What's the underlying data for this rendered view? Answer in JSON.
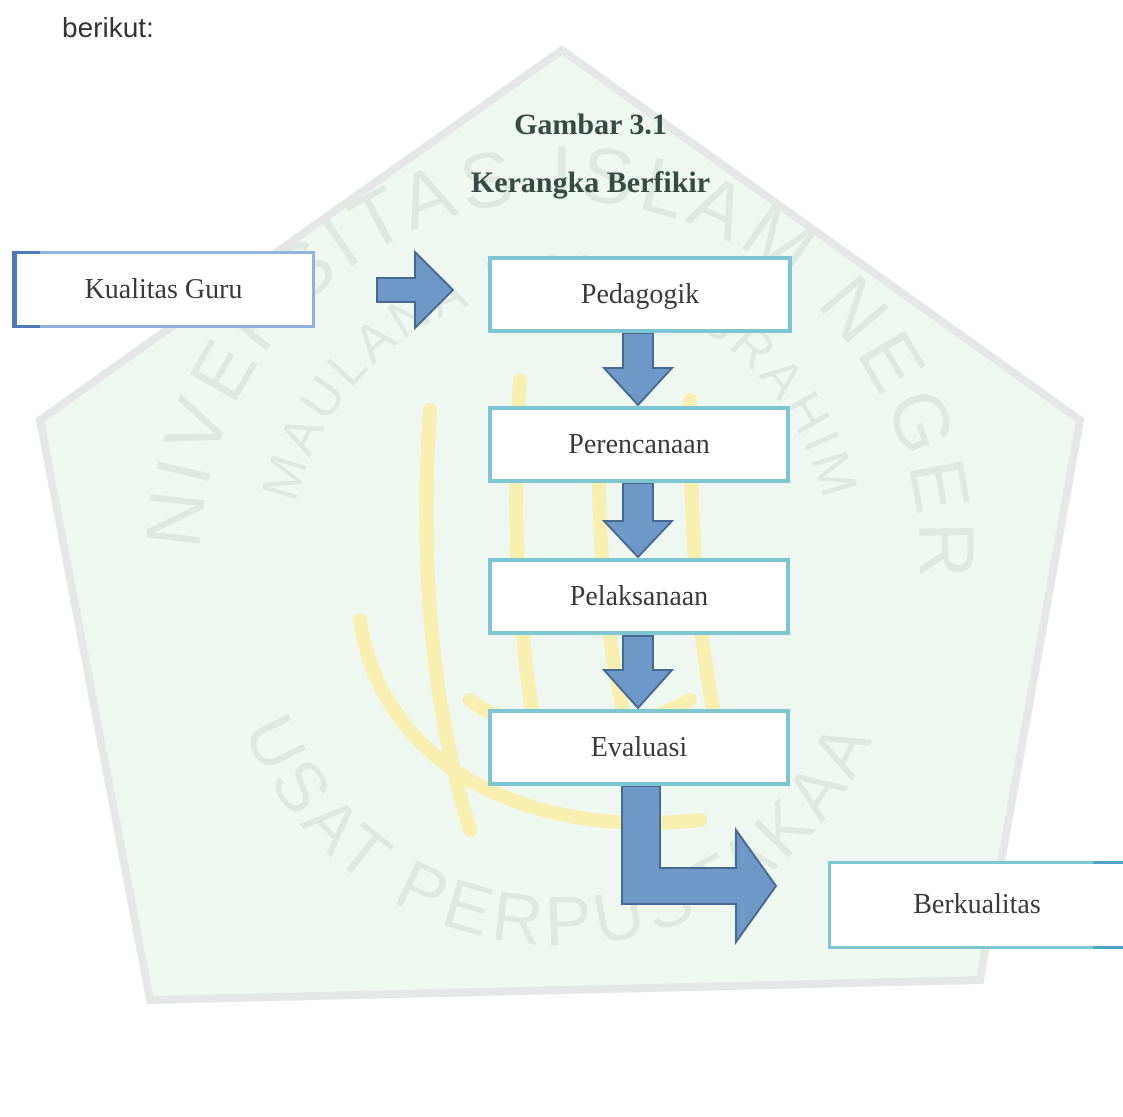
{
  "intro_text": "berikut:",
  "figure": {
    "label": "Gambar 3.1",
    "title": "Kerangka Berfikir"
  },
  "nodes": {
    "input": "Kualitas Guru",
    "pedagogik": "Pedagogik",
    "perencanaan": "Perencanaan",
    "pelaksanaan": "Pelaksanaan",
    "evaluasi": "Evaluasi",
    "output": "Berkualitas"
  },
  "watermark": {
    "arc_top": "UNIVERSITAS ISLAM NEGERI",
    "arc_middle": "MAULANA MALIK IBRAHIM",
    "arc_bottom": "PUSAT PERPUSTAKAAN"
  },
  "colors": {
    "arrow_fill": "#6e98c7",
    "arrow_stroke": "#46698f",
    "teal_border": "#7ec6d2",
    "blue_border": "#8fb3dc",
    "watermark_green": "#e9f4ec",
    "watermark_gold": "#fbf3b5"
  }
}
